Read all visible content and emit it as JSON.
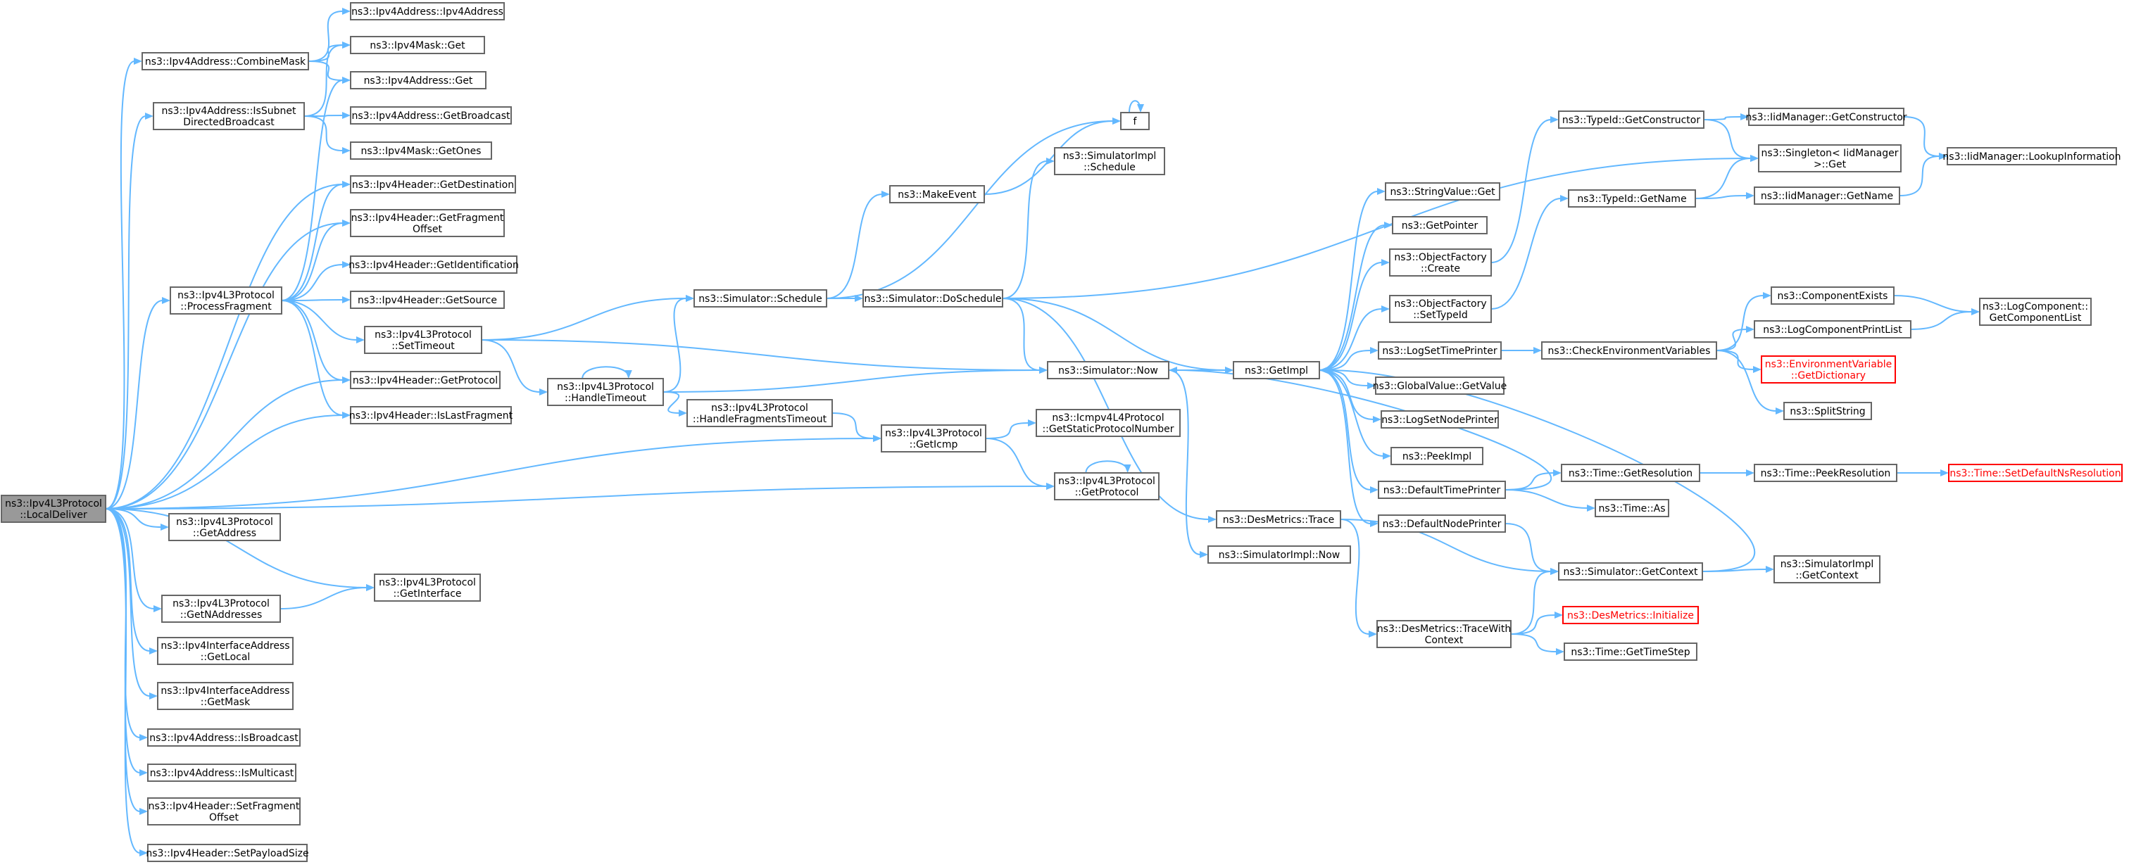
{
  "colors": {
    "edge": "#63b8ff",
    "node_border": "#666666",
    "root_fill": "#999999",
    "incomplete_border": "#ff0000"
  },
  "nodes": [
    {
      "id": "root",
      "lines": [
        "ns3::Ipv4L3Protocol",
        "::LocalDeliver"
      ],
      "root": true
    },
    {
      "id": "ipv4addr_ctor",
      "lines": [
        "ns3::Ipv4Address::Ipv4Address"
      ]
    },
    {
      "id": "combine_mask",
      "lines": [
        "ns3::Ipv4Address::CombineMask"
      ]
    },
    {
      "id": "mask_get",
      "lines": [
        "ns3::Ipv4Mask::Get"
      ]
    },
    {
      "id": "is_subnet",
      "lines": [
        "ns3::Ipv4Address::IsSubnet",
        "DirectedBroadcast"
      ]
    },
    {
      "id": "addr_get",
      "lines": [
        "ns3::Ipv4Address::Get"
      ]
    },
    {
      "id": "get_broadcast",
      "lines": [
        "ns3::Ipv4Address::GetBroadcast"
      ]
    },
    {
      "id": "get_ones",
      "lines": [
        "ns3::Ipv4Mask::GetOnes"
      ]
    },
    {
      "id": "hdr_get_dest",
      "lines": [
        "ns3::Ipv4Header::GetDestination"
      ]
    },
    {
      "id": "hdr_get_fragoff",
      "lines": [
        "ns3::Ipv4Header::GetFragment",
        "Offset"
      ]
    },
    {
      "id": "process_fragment",
      "lines": [
        "ns3::Ipv4L3Protocol",
        "::ProcessFragment"
      ]
    },
    {
      "id": "hdr_get_ident",
      "lines": [
        "ns3::Ipv4Header::GetIdentification"
      ]
    },
    {
      "id": "hdr_get_source",
      "lines": [
        "ns3::Ipv4Header::GetSource"
      ]
    },
    {
      "id": "set_timeout",
      "lines": [
        "ns3::Ipv4L3Protocol",
        "::SetTimeout"
      ]
    },
    {
      "id": "hdr_get_protocol",
      "lines": [
        "ns3::Ipv4Header::GetProtocol"
      ]
    },
    {
      "id": "hdr_is_last_frag",
      "lines": [
        "ns3::Ipv4Header::IsLastFragment"
      ]
    },
    {
      "id": "get_address",
      "lines": [
        "ns3::Ipv4L3Protocol",
        "::GetAddress"
      ]
    },
    {
      "id": "get_naddresses",
      "lines": [
        "ns3::Ipv4L3Protocol",
        "::GetNAddresses"
      ]
    },
    {
      "id": "get_interface",
      "lines": [
        "ns3::Ipv4L3Protocol",
        "::GetInterface"
      ]
    },
    {
      "id": "ifaddr_get_local",
      "lines": [
        "ns3::Ipv4InterfaceAddress",
        "::GetLocal"
      ]
    },
    {
      "id": "ifaddr_get_mask",
      "lines": [
        "ns3::Ipv4InterfaceAddress",
        "::GetMask"
      ]
    },
    {
      "id": "is_broadcast",
      "lines": [
        "ns3::Ipv4Address::IsBroadcast"
      ]
    },
    {
      "id": "is_multicast",
      "lines": [
        "ns3::Ipv4Address::IsMulticast"
      ]
    },
    {
      "id": "hdr_set_fragoff",
      "lines": [
        "ns3::Ipv4Header::SetFragment",
        "Offset"
      ]
    },
    {
      "id": "hdr_set_payload",
      "lines": [
        "ns3::Ipv4Header::SetPayloadSize"
      ]
    },
    {
      "id": "sim_schedule",
      "lines": [
        "ns3::Simulator::Schedule"
      ]
    },
    {
      "id": "handle_timeout",
      "lines": [
        "ns3::Ipv4L3Protocol",
        "::HandleTimeout"
      ]
    },
    {
      "id": "handle_frag_timeout",
      "lines": [
        "ns3::Ipv4L3Protocol",
        "::HandleFragmentsTimeout"
      ]
    },
    {
      "id": "get_icmp",
      "lines": [
        "ns3::Ipv4L3Protocol",
        "::GetIcmp"
      ]
    },
    {
      "id": "get_protocol",
      "lines": [
        "ns3::Ipv4L3Protocol",
        "::GetProtocol"
      ]
    },
    {
      "id": "make_event",
      "lines": [
        "ns3::MakeEvent"
      ]
    },
    {
      "id": "f",
      "lines": [
        "f"
      ]
    },
    {
      "id": "simimpl_schedule",
      "lines": [
        "ns3::SimulatorImpl",
        "::Schedule"
      ]
    },
    {
      "id": "sim_doschedule",
      "lines": [
        "ns3::Simulator::DoSchedule"
      ]
    },
    {
      "id": "sim_now",
      "lines": [
        "ns3::Simulator::Now"
      ]
    },
    {
      "id": "icmp_get_static",
      "lines": [
        "ns3::Icmpv4L4Protocol",
        "::GetStaticProtocolNumber"
      ]
    },
    {
      "id": "desmetrics_trace",
      "lines": [
        "ns3::DesMetrics::Trace"
      ]
    },
    {
      "id": "simimpl_now",
      "lines": [
        "ns3::SimulatorImpl::Now"
      ]
    },
    {
      "id": "getimpl",
      "lines": [
        "ns3::GetImpl"
      ]
    },
    {
      "id": "stringvalue_get",
      "lines": [
        "ns3::StringValue::Get"
      ]
    },
    {
      "id": "getpointer",
      "lines": [
        "ns3::GetPointer"
      ]
    },
    {
      "id": "objfactory_create",
      "lines": [
        "ns3::ObjectFactory",
        "::Create"
      ]
    },
    {
      "id": "objfactory_settypeid",
      "lines": [
        "ns3::ObjectFactory",
        "::SetTypeId"
      ]
    },
    {
      "id": "logsettimeprinter",
      "lines": [
        "ns3::LogSetTimePrinter"
      ]
    },
    {
      "id": "globalvalue_getvalue",
      "lines": [
        "ns3::GlobalValue::GetValue"
      ]
    },
    {
      "id": "logsetnodeprinter",
      "lines": [
        "ns3::LogSetNodePrinter"
      ]
    },
    {
      "id": "peekimpl",
      "lines": [
        "ns3::PeekImpl"
      ]
    },
    {
      "id": "defaulttimeprinter",
      "lines": [
        "ns3::DefaultTimePrinter"
      ]
    },
    {
      "id": "defaultnodeprinter",
      "lines": [
        "ns3::DefaultNodePrinter"
      ]
    },
    {
      "id": "desmetrics_tracewith",
      "lines": [
        "ns3::DesMetrics::TraceWith",
        "Context"
      ]
    },
    {
      "id": "typeid_getconstructor",
      "lines": [
        "ns3::TypeId::GetConstructor"
      ]
    },
    {
      "id": "typeid_getname",
      "lines": [
        "ns3::TypeId::GetName"
      ]
    },
    {
      "id": "checkenv",
      "lines": [
        "ns3::CheckEnvironmentVariables"
      ]
    },
    {
      "id": "time_getresolution",
      "lines": [
        "ns3::Time::GetResolution"
      ]
    },
    {
      "id": "time_as",
      "lines": [
        "ns3::Time::As"
      ]
    },
    {
      "id": "sim_getcontext",
      "lines": [
        "ns3::Simulator::GetContext"
      ]
    },
    {
      "id": "desmetrics_init",
      "lines": [
        "ns3::DesMetrics::Initialize"
      ],
      "red": true
    },
    {
      "id": "time_gettimestep",
      "lines": [
        "ns3::Time::GetTimeStep"
      ]
    },
    {
      "id": "iidmgr_getconstructor",
      "lines": [
        "ns3::IidManager::GetConstructor"
      ]
    },
    {
      "id": "singleton_get",
      "lines": [
        "ns3::Singleton< IidManager",
        ">::Get"
      ]
    },
    {
      "id": "iidmgr_getname",
      "lines": [
        "ns3::IidManager::GetName"
      ]
    },
    {
      "id": "component_exists",
      "lines": [
        "ns3::ComponentExists"
      ]
    },
    {
      "id": "logcomponentprintlist",
      "lines": [
        "ns3::LogComponentPrintList"
      ]
    },
    {
      "id": "envvar_getdict",
      "lines": [
        "ns3::EnvironmentVariable",
        "::GetDictionary"
      ],
      "red": true
    },
    {
      "id": "splitstring",
      "lines": [
        "ns3::SplitString"
      ]
    },
    {
      "id": "time_peekresolution",
      "lines": [
        "ns3::Time::PeekResolution"
      ]
    },
    {
      "id": "simimpl_getcontext",
      "lines": [
        "ns3::SimulatorImpl",
        "::GetContext"
      ]
    },
    {
      "id": "iidmgr_lookupinfo",
      "lines": [
        "ns3::IidManager::LookupInformation"
      ]
    },
    {
      "id": "logcomponent_getlist",
      "lines": [
        "ns3::LogComponent::",
        "GetComponentList"
      ]
    },
    {
      "id": "time_setdefaultnsres",
      "lines": [
        "ns3::Time::SetDefaultNsResolution"
      ],
      "red": true
    }
  ],
  "edges": [
    [
      "root",
      "combine_mask"
    ],
    [
      "root",
      "is_subnet"
    ],
    [
      "root",
      "hdr_get_dest"
    ],
    [
      "root",
      "hdr_get_fragoff"
    ],
    [
      "root",
      "process_fragment"
    ],
    [
      "root",
      "hdr_get_protocol"
    ],
    [
      "root",
      "hdr_is_last_frag"
    ],
    [
      "root",
      "get_icmp"
    ],
    [
      "root",
      "get_protocol"
    ],
    [
      "root",
      "get_address"
    ],
    [
      "root",
      "get_naddresses"
    ],
    [
      "root",
      "get_interface"
    ],
    [
      "root",
      "ifaddr_get_local"
    ],
    [
      "root",
      "ifaddr_get_mask"
    ],
    [
      "root",
      "is_broadcast"
    ],
    [
      "root",
      "is_multicast"
    ],
    [
      "root",
      "hdr_set_fragoff"
    ],
    [
      "root",
      "hdr_set_payload"
    ],
    [
      "combine_mask",
      "ipv4addr_ctor"
    ],
    [
      "combine_mask",
      "mask_get"
    ],
    [
      "combine_mask",
      "addr_get"
    ],
    [
      "is_subnet",
      "mask_get"
    ],
    [
      "is_subnet",
      "get_broadcast"
    ],
    [
      "is_subnet",
      "get_ones"
    ],
    [
      "process_fragment",
      "addr_get"
    ],
    [
      "process_fragment",
      "hdr_get_dest"
    ],
    [
      "process_fragment",
      "hdr_get_fragoff"
    ],
    [
      "process_fragment",
      "hdr_get_ident"
    ],
    [
      "process_fragment",
      "hdr_get_source"
    ],
    [
      "process_fragment",
      "set_timeout"
    ],
    [
      "process_fragment",
      "hdr_get_protocol"
    ],
    [
      "process_fragment",
      "hdr_is_last_frag"
    ],
    [
      "set_timeout",
      "sim_schedule"
    ],
    [
      "set_timeout",
      "sim_now"
    ],
    [
      "set_timeout",
      "handle_timeout"
    ],
    [
      "get_naddresses",
      "get_interface"
    ],
    [
      "handle_timeout",
      "handle_timeout"
    ],
    [
      "handle_timeout",
      "sim_schedule"
    ],
    [
      "handle_timeout",
      "handle_frag_timeout"
    ],
    [
      "handle_timeout",
      "sim_now"
    ],
    [
      "handle_frag_timeout",
      "get_icmp"
    ],
    [
      "get_icmp",
      "icmp_get_static"
    ],
    [
      "get_icmp",
      "get_protocol"
    ],
    [
      "get_protocol",
      "get_protocol"
    ],
    [
      "sim_schedule",
      "make_event"
    ],
    [
      "sim_schedule",
      "f"
    ],
    [
      "sim_schedule",
      "sim_doschedule"
    ],
    [
      "make_event",
      "f"
    ],
    [
      "f",
      "f"
    ],
    [
      "sim_doschedule",
      "simimpl_schedule"
    ],
    [
      "sim_doschedule",
      "sim_now"
    ],
    [
      "sim_doschedule",
      "singleton_get"
    ],
    [
      "sim_doschedule",
      "getimpl"
    ],
    [
      "sim_doschedule",
      "desmetrics_trace"
    ],
    [
      "sim_now",
      "getimpl"
    ],
    [
      "sim_now",
      "simimpl_now"
    ],
    [
      "desmetrics_trace",
      "sim_getcontext"
    ],
    [
      "desmetrics_trace",
      "desmetrics_tracewith"
    ],
    [
      "getimpl",
      "stringvalue_get"
    ],
    [
      "getimpl",
      "getpointer"
    ],
    [
      "getimpl",
      "objfactory_create"
    ],
    [
      "getimpl",
      "objfactory_settypeid"
    ],
    [
      "getimpl",
      "logsettimeprinter"
    ],
    [
      "getimpl",
      "globalvalue_getvalue"
    ],
    [
      "getimpl",
      "logsetnodeprinter"
    ],
    [
      "getimpl",
      "peekimpl"
    ],
    [
      "getimpl",
      "defaulttimeprinter"
    ],
    [
      "getimpl",
      "defaultnodeprinter"
    ],
    [
      "objfactory_create",
      "typeid_getconstructor"
    ],
    [
      "objfactory_settypeid",
      "typeid_getname"
    ],
    [
      "logsettimeprinter",
      "checkenv"
    ],
    [
      "defaulttimeprinter",
      "time_getresolution"
    ],
    [
      "defaulttimeprinter",
      "time_as"
    ],
    [
      "defaulttimeprinter",
      "sim_now"
    ],
    [
      "defaultnodeprinter",
      "sim_getcontext"
    ],
    [
      "desmetrics_tracewith",
      "sim_getcontext"
    ],
    [
      "desmetrics_tracewith",
      "desmetrics_init"
    ],
    [
      "desmetrics_tracewith",
      "time_gettimestep"
    ],
    [
      "sim_getcontext",
      "getimpl"
    ],
    [
      "sim_getcontext",
      "simimpl_getcontext"
    ],
    [
      "typeid_getconstructor",
      "iidmgr_getconstructor"
    ],
    [
      "typeid_getconstructor",
      "singleton_get"
    ],
    [
      "typeid_getname",
      "singleton_get"
    ],
    [
      "typeid_getname",
      "iidmgr_getname"
    ],
    [
      "iidmgr_getconstructor",
      "iidmgr_lookupinfo"
    ],
    [
      "iidmgr_getname",
      "iidmgr_lookupinfo"
    ],
    [
      "checkenv",
      "component_exists"
    ],
    [
      "checkenv",
      "logcomponentprintlist"
    ],
    [
      "checkenv",
      "envvar_getdict"
    ],
    [
      "checkenv",
      "splitstring"
    ],
    [
      "component_exists",
      "logcomponent_getlist"
    ],
    [
      "logcomponentprintlist",
      "logcomponent_getlist"
    ],
    [
      "time_getresolution",
      "time_peekresolution"
    ],
    [
      "time_peekresolution",
      "time_setdefaultnsres"
    ]
  ]
}
